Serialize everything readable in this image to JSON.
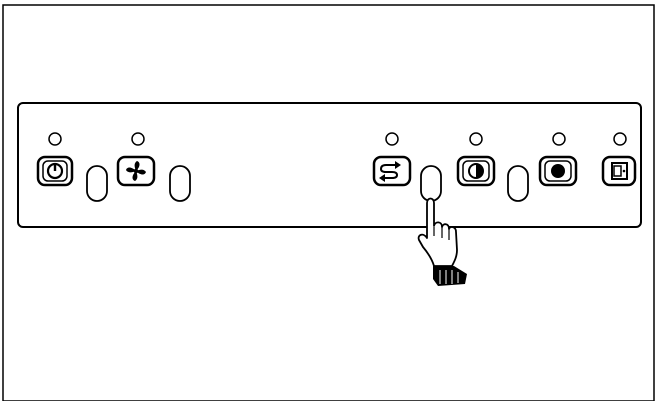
{
  "panel": {
    "stroke_color": "#000000",
    "fill_color": "#ffffff",
    "buttons": [
      {
        "id": "power",
        "icon": "power-icon"
      },
      {
        "id": "fan",
        "icon": "fan-icon"
      },
      {
        "id": "swing",
        "icon": "swing-arrows-icon"
      },
      {
        "id": "half-moon",
        "icon": "half-moon-icon"
      },
      {
        "id": "dot",
        "icon": "dot-icon"
      },
      {
        "id": "door",
        "icon": "door-icon"
      }
    ],
    "sensors": [
      {
        "id": "sensor-1"
      },
      {
        "id": "sensor-2"
      },
      {
        "id": "sensor-3",
        "pressed": true
      },
      {
        "id": "sensor-4"
      }
    ]
  },
  "pointer": {
    "icon": "hand-pointer-icon",
    "target": "sensor-3"
  }
}
